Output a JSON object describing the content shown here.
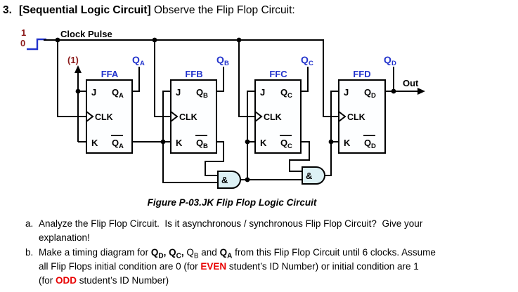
{
  "heading": {
    "number": "3.",
    "bold": "[Sequential Logic Circuit]",
    "rest": " Observe the Flip Flop Circuit:"
  },
  "circuit": {
    "clock": {
      "one": "1",
      "zero": "0",
      "label": "Clock Pulse"
    },
    "const_input": "(1)",
    "out_label": "Out",
    "gate_symbol": "&",
    "pins": {
      "j": "J",
      "clk": "CLK",
      "k": "K",
      "q": "Q"
    },
    "ffs": [
      {
        "name": "FFA",
        "sub": "A"
      },
      {
        "name": "FFB",
        "sub": "B"
      },
      {
        "name": "FFC",
        "sub": "C"
      },
      {
        "name": "FFD",
        "sub": "D"
      }
    ],
    "caption": "Figure P-03.JK Flip Flop Logic Circuit",
    "colors": {
      "label_blue": "#2233cc",
      "dark_red": "#8b1a1a",
      "gate_fill": "#ddf1f5",
      "wire": "#000000"
    }
  },
  "tasks": {
    "a": {
      "label": "a.",
      "line1": "Analyze the Flip Flop Circuit.  Is it asynchronous / synchronous Flip Flop Circuit?  Give your",
      "line2": "explanation!"
    },
    "b": {
      "label": "b.",
      "l1_pre": "Make a timing diagram for ",
      "q1": {
        "m": "Q",
        "s": "D"
      },
      "comma1": ", ",
      "q2": {
        "m": "Q",
        "s": "C"
      },
      "comma2": ", ",
      "q3": {
        "m": "Q",
        "s": "B"
      },
      "l1_and": " and ",
      "q4": {
        "m": "Q",
        "s": "A"
      },
      "l1_post": " from this Flip Flop Circuit until 6 clocks. Assume",
      "l2_pre": "all Flip Flops initial condition are 0 (for ",
      "even": "EVEN",
      "l2_post": " student’s ID Number) or initial condition are 1",
      "l3_pre": "(for ",
      "odd": "ODD",
      "l3_post": " student’s ID Number)"
    },
    "accent_red": "#e80000"
  }
}
